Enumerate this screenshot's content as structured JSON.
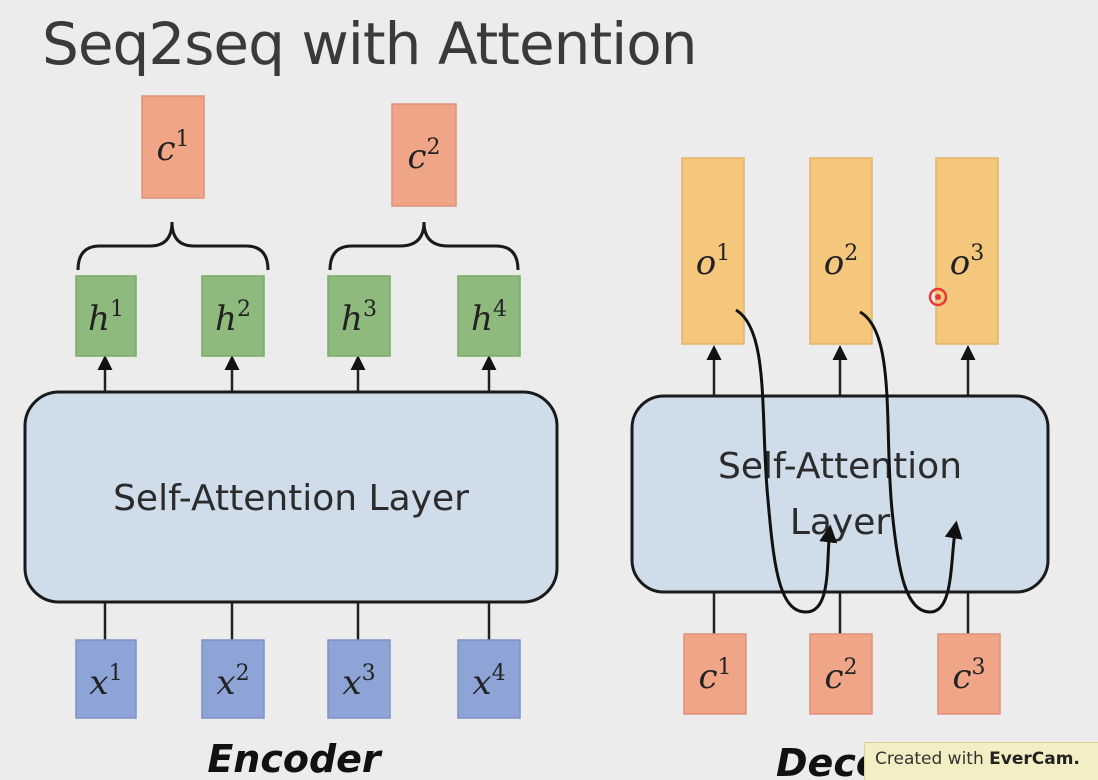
{
  "title": "Seq2seq with Attention",
  "encoder": {
    "caption": "Encoder",
    "layer_label": "Self-Attention Layer",
    "inputs": [
      {
        "base": "x",
        "sup": "1"
      },
      {
        "base": "x",
        "sup": "2"
      },
      {
        "base": "x",
        "sup": "3"
      },
      {
        "base": "x",
        "sup": "4"
      }
    ],
    "hidden": [
      {
        "base": "h",
        "sup": "1"
      },
      {
        "base": "h",
        "sup": "2"
      },
      {
        "base": "h",
        "sup": "3"
      },
      {
        "base": "h",
        "sup": "4"
      }
    ],
    "contexts": [
      {
        "base": "c",
        "sup": "1"
      },
      {
        "base": "c",
        "sup": "2"
      }
    ]
  },
  "decoder": {
    "caption": "Deco",
    "layer_label_line1": "Self-Attention",
    "layer_label_line2": "Layer",
    "inputs": [
      {
        "base": "c",
        "sup": "1"
      },
      {
        "base": "c",
        "sup": "2"
      },
      {
        "base": "c",
        "sup": "3"
      }
    ],
    "outputs": [
      {
        "base": "o",
        "sup": "1"
      },
      {
        "base": "o",
        "sup": "2"
      },
      {
        "base": "o",
        "sup": "3"
      }
    ]
  },
  "watermark": {
    "prefix": "Created with ",
    "brand": "EverCam."
  },
  "colors": {
    "input_blue": "#8fa4d6",
    "hidden_green": "#8fba7e",
    "context_orange": "#f0a586",
    "output_yellow": "#f4c77c",
    "layer_fill": "#cfdcea",
    "cursor_red": "#e53935"
  }
}
